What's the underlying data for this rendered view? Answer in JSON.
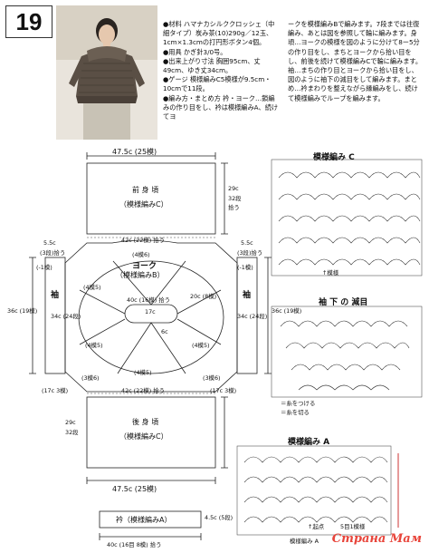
{
  "page_number": "19",
  "materials": [
    "●材料 ハマナカシルククロッシェ（中細タイプ）炭み茶(10)290g／12玉、1cm×1.3cmの打円形ボタン4個。",
    "●用具 かぎ針3/0号。",
    "●出来上がり寸法 胸囲95cm、丈49cm、ゆき丈34cm。",
    "●ゲージ 模様編みC5模様が9.5cm・10cmで11段。",
    "●編み方・まとめ方 衿・ヨーク…鎖編みの作り目をし、衿は模様編みA、続けてヨ"
  ],
  "instructions": "ークを模様編みBで編みます。7段までは往復編み、あとは図を参照して輪に編みます。身頃…ヨークの模様を図のように分けて8ー5分の作り目をし、まちとヨークから拾い目をし、前後を続けて模様編みCで輪に編みます。袖…まちの作り目とヨークから拾い目をし、図のように袖下の減目をして編みます。まとめ…衿まわりを整えながら縁編みをし、続けて模様編みでループを編みます。",
  "labels": {
    "front": "前 身 頃",
    "front_pattern": "（模様編みC）",
    "back": "後 身 頃",
    "back_pattern": "（模様編みC）",
    "yoke": "ヨーク",
    "yoke_pattern": "（模様編みB）",
    "sleeve": "袖",
    "collar": "衿（模様編みA）",
    "width_top": "47.5c (25模)",
    "width_bottom": "47.5c (25模)",
    "mid_42_top": "42c (22模) 拾う",
    "mid_42_bottom": "42c (22模) 拾う",
    "height_29": "29c",
    "rows_32": "32段",
    "pick": "拾う",
    "m4_6": "(4模6)",
    "m4_5": "(4模5)",
    "m3_6": "(3模6)",
    "c55": "5.5c",
    "c55_3": "(3段)拾う",
    "c34": "34c (24段)",
    "c36": "36c (19模)",
    "c40": "40c (16模) 拾う",
    "c20": "20c (8模)",
    "c17": "17c",
    "c6": "6c",
    "c1": "(-1模)",
    "c17_3": "(17c 3模)",
    "c1_5": "(1模)",
    "collar_width": "40c (16目 8模) 拾う",
    "collar_h": "4.5c (5段)",
    "m_collar": "衿"
  },
  "charts": {
    "c_title": "模様編み C",
    "c_caption": "↑模様",
    "dec_title": "袖 下 の 減目",
    "legend_1": "＝糸をつける",
    "legend_2": "＝糸を切る",
    "a_title": "模様編み A",
    "a_caption": "5目1模様",
    "a_arrow": "↑起点",
    "a_bottom": "模様編み A"
  },
  "watermark": "Страна Мам"
}
